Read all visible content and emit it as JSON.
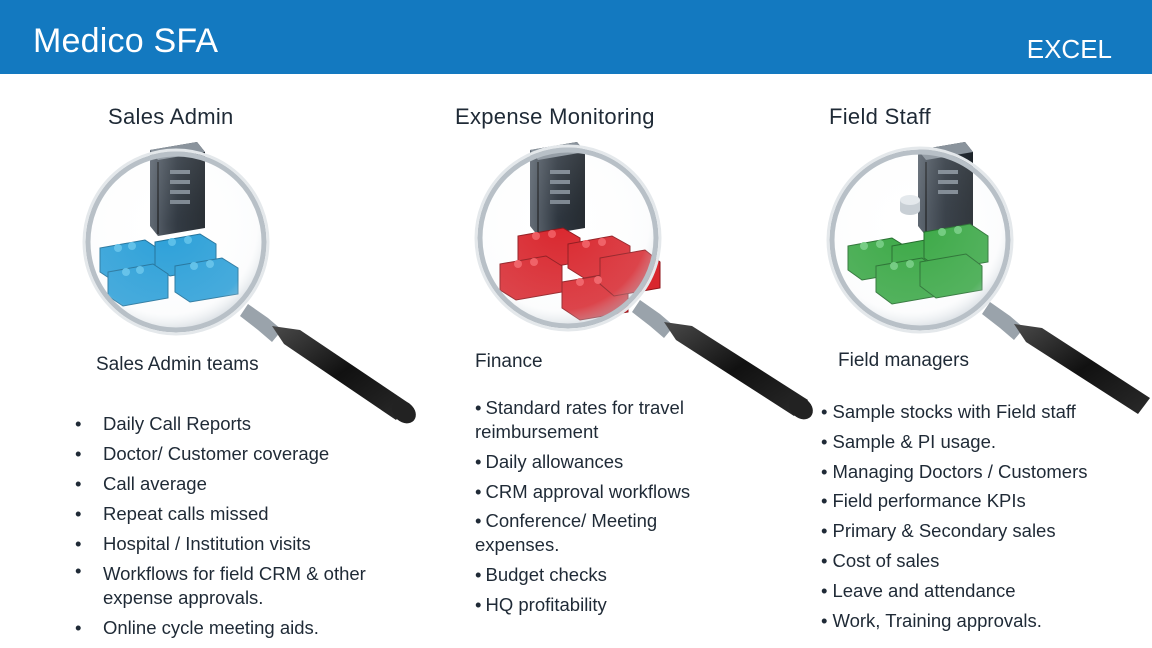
{
  "header": {
    "title": "Medico SFA",
    "right_label": "EXCEL",
    "bar_color": "#1379c0"
  },
  "columns": [
    {
      "heading": "Sales Admin",
      "subheading": "Sales Admin teams",
      "brick_color": "#2a9fd8",
      "items": [
        "Daily Call Reports",
        "Doctor/ Customer coverage",
        "Call average",
        "Repeat calls missed",
        "Hospital / Institution visits",
        "Workflows for field CRM & other expense approvals.",
        "Online cycle meeting aids."
      ]
    },
    {
      "heading": "Expense Monitoring",
      "subheading": "Finance",
      "brick_color": "#d9262d",
      "items": [
        "Standard rates for travel reimbursement",
        "Daily allowances",
        "CRM approval workflows",
        "Conference/ Meeting expenses.",
        "Budget checks",
        "HQ profitability"
      ]
    },
    {
      "heading": "Field Staff",
      "subheading": "Field managers",
      "brick_color": "#3aa845",
      "items": [
        "Sample stocks with Field staff",
        "Sample & PI usage.",
        "Managing Doctors / Customers",
        "Field performance KPIs",
        "Primary & Secondary sales",
        "Cost of sales",
        "Leave and attendance",
        "Work, Training approvals."
      ]
    }
  ],
  "icons": {
    "magnifier": "magnifying-glass-icon",
    "server": "server-tower-icon",
    "bricks": "lego-bricks-icon"
  }
}
